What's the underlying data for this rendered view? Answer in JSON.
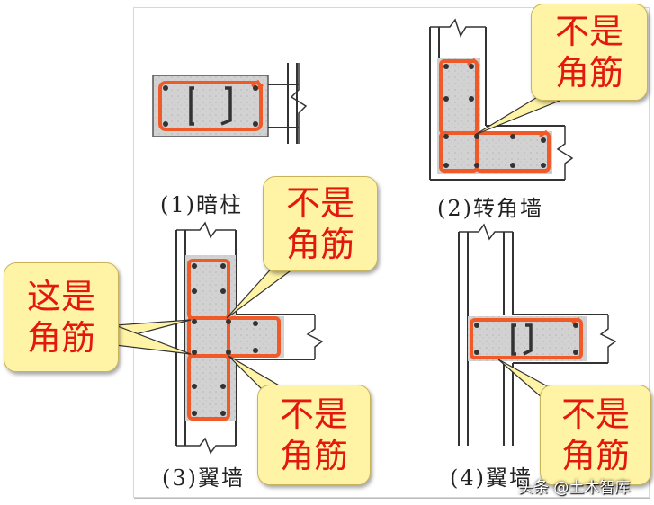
{
  "captions": {
    "c1": "(1)暗柱",
    "c2": "(2)转角墙",
    "c3": "(3)翼墙",
    "c4": "(4)翼墙"
  },
  "callouts": {
    "top_right": [
      "不是",
      "角筋"
    ],
    "middle": [
      "不是",
      "角筋"
    ],
    "left": [
      "这是",
      "角筋"
    ],
    "bottom_middle": [
      "不是",
      "角筋"
    ],
    "bottom_right": [
      "不是",
      "角筋"
    ]
  },
  "watermark": "头条 @土木智库",
  "colors": {
    "rebar": "#f05a28",
    "concrete": "#d4d4d4",
    "callout_fill": "#fff3a6",
    "callout_text": "#e3180f",
    "line": "#333333"
  }
}
